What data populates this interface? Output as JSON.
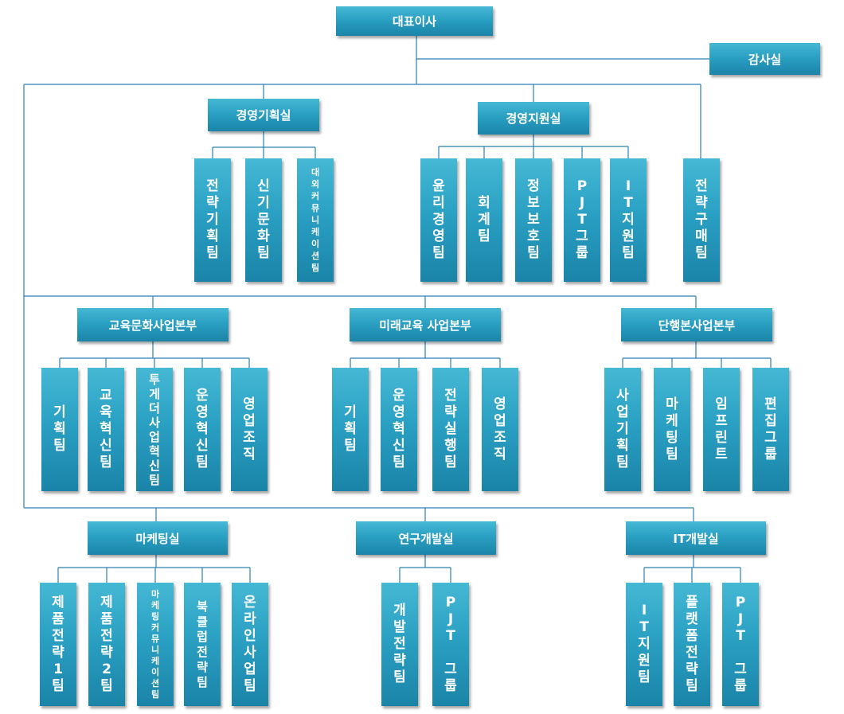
{
  "org": {
    "ceo": "대표이사",
    "audit": "감사실",
    "planning": {
      "title": "경영기획실",
      "teams": [
        "전략기획팀",
        "신기문화팀",
        "대외커뮤니케이션팀"
      ]
    },
    "support": {
      "title": "경영지원실",
      "teams": [
        "윤리경영팀",
        "회계팀",
        "정보보호팀",
        "PJT그룹",
        "IT지원팀"
      ]
    },
    "strategic_purchase": "전략구매팀",
    "edu_culture": {
      "title": "교육문화사업본부",
      "teams": [
        "기획팀",
        "교육혁신팀",
        "투게더사업혁신팀",
        "운영혁신팀",
        "영업조직"
      ]
    },
    "future_edu": {
      "title": "미래교육 사업본부",
      "teams": [
        "기획팀",
        "운영혁신팀",
        "전략실행팀",
        "영업조직"
      ]
    },
    "book": {
      "title": "단행본사업본부",
      "teams": [
        "사업기획팀",
        "마케팅팀",
        "임프린트",
        "편집그룹"
      ]
    },
    "marketing": {
      "title": "마케팅실",
      "teams": [
        "제품전략1팀",
        "제품전략2팀",
        "마케팅커뮤니케이션팀",
        "북클럽전략팀",
        "온라인사업팀"
      ]
    },
    "rnd": {
      "title": "연구개발실",
      "teams": [
        "개발전략팀",
        "PJT 그룹"
      ]
    },
    "it": {
      "title": "IT개발실",
      "teams": [
        "IT지원팀",
        "플랫폼전략팀",
        "PJT 그룹"
      ]
    }
  }
}
